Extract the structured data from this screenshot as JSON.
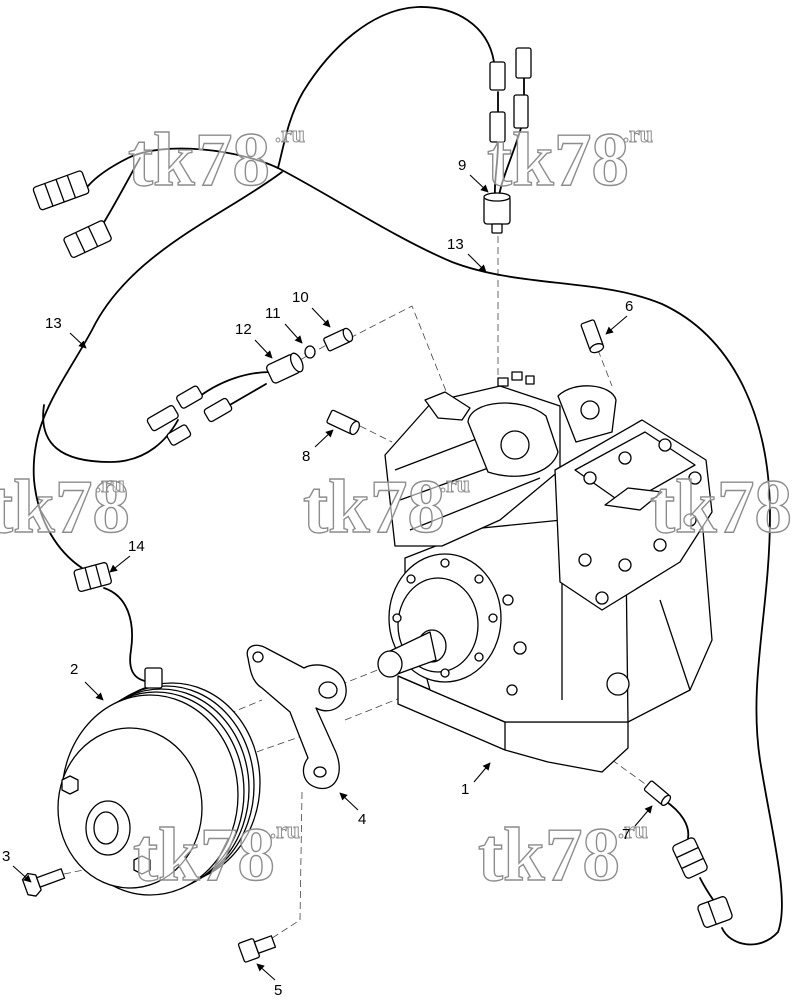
{
  "watermark": {
    "main": "tk78",
    "suffix": ".ru"
  },
  "callouts": {
    "p1": "1",
    "p2": "2",
    "p3": "3",
    "p4": "4",
    "p5": "5",
    "p6": "6",
    "p7": "7",
    "p8": "8",
    "p9": "9",
    "p10": "10",
    "p11": "11",
    "p12": "12",
    "p13": "13",
    "p14": "14"
  }
}
